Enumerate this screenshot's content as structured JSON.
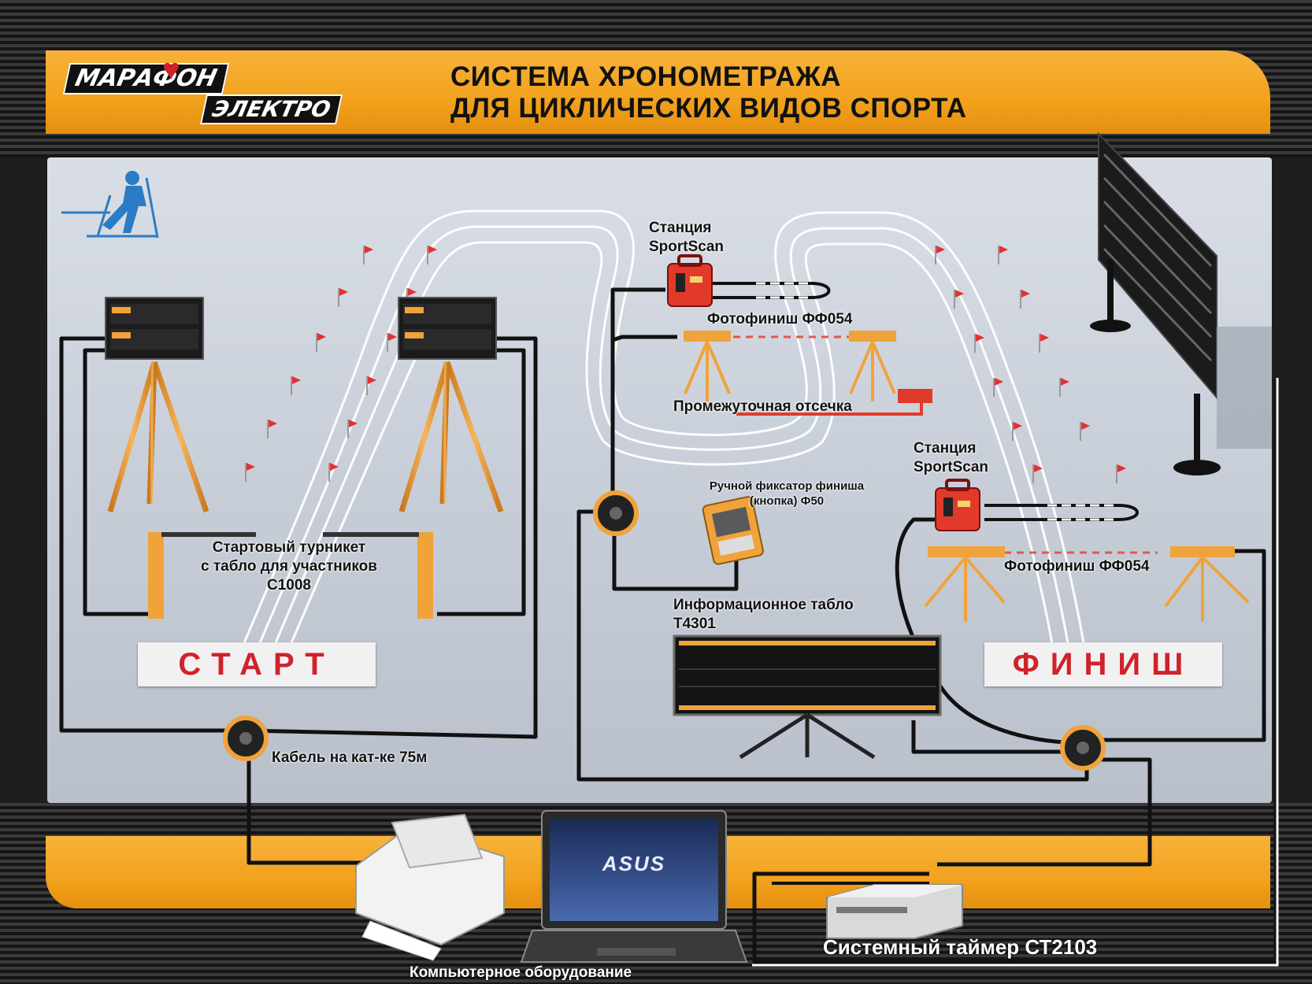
{
  "header": {
    "logo_top": "МАРАФОН",
    "logo_bottom": "ЭЛЕКТРО",
    "title_line1": "СИСТЕМА ХРОНОМЕТРАЖА",
    "title_line2": "ДЛЯ ЦИКЛИЧЕСКИХ ВИДОВ СПОРТА"
  },
  "labels": {
    "station_1": "Станция SportScan",
    "station_2": "Станция SportScan",
    "photofinish_1": "Фотофиниш ФФ054",
    "photofinish_2": "Фотофиниш ФФ054",
    "intermediate": "Промежуточная отсечка",
    "manual_line1": "Ручной фиксатор финиша",
    "manual_line2": "(кнопка) Ф50",
    "turnstile_line1": "Стартовый турникет",
    "turnstile_line2": "с  табло для участников",
    "turnstile_line3": "С1008",
    "info_board_line1": "Информационное табло",
    "info_board_line2": "Т4301",
    "cable": "Кабель на кат-ке 75м",
    "start": "СТАРТ",
    "finish": "ФИНИШ",
    "timer": "Системный таймер СТ2103",
    "computer": "Компьютерное оборудование",
    "laptop_brand": "ASUS"
  },
  "colors": {
    "banner_orange": "#f2a21d",
    "sign_red": "#d0222a",
    "device_red": "#e23a2a",
    "tripod_orange": "#f0a33a",
    "cable_black": "#111111",
    "laser_red": "#e05a4a"
  }
}
